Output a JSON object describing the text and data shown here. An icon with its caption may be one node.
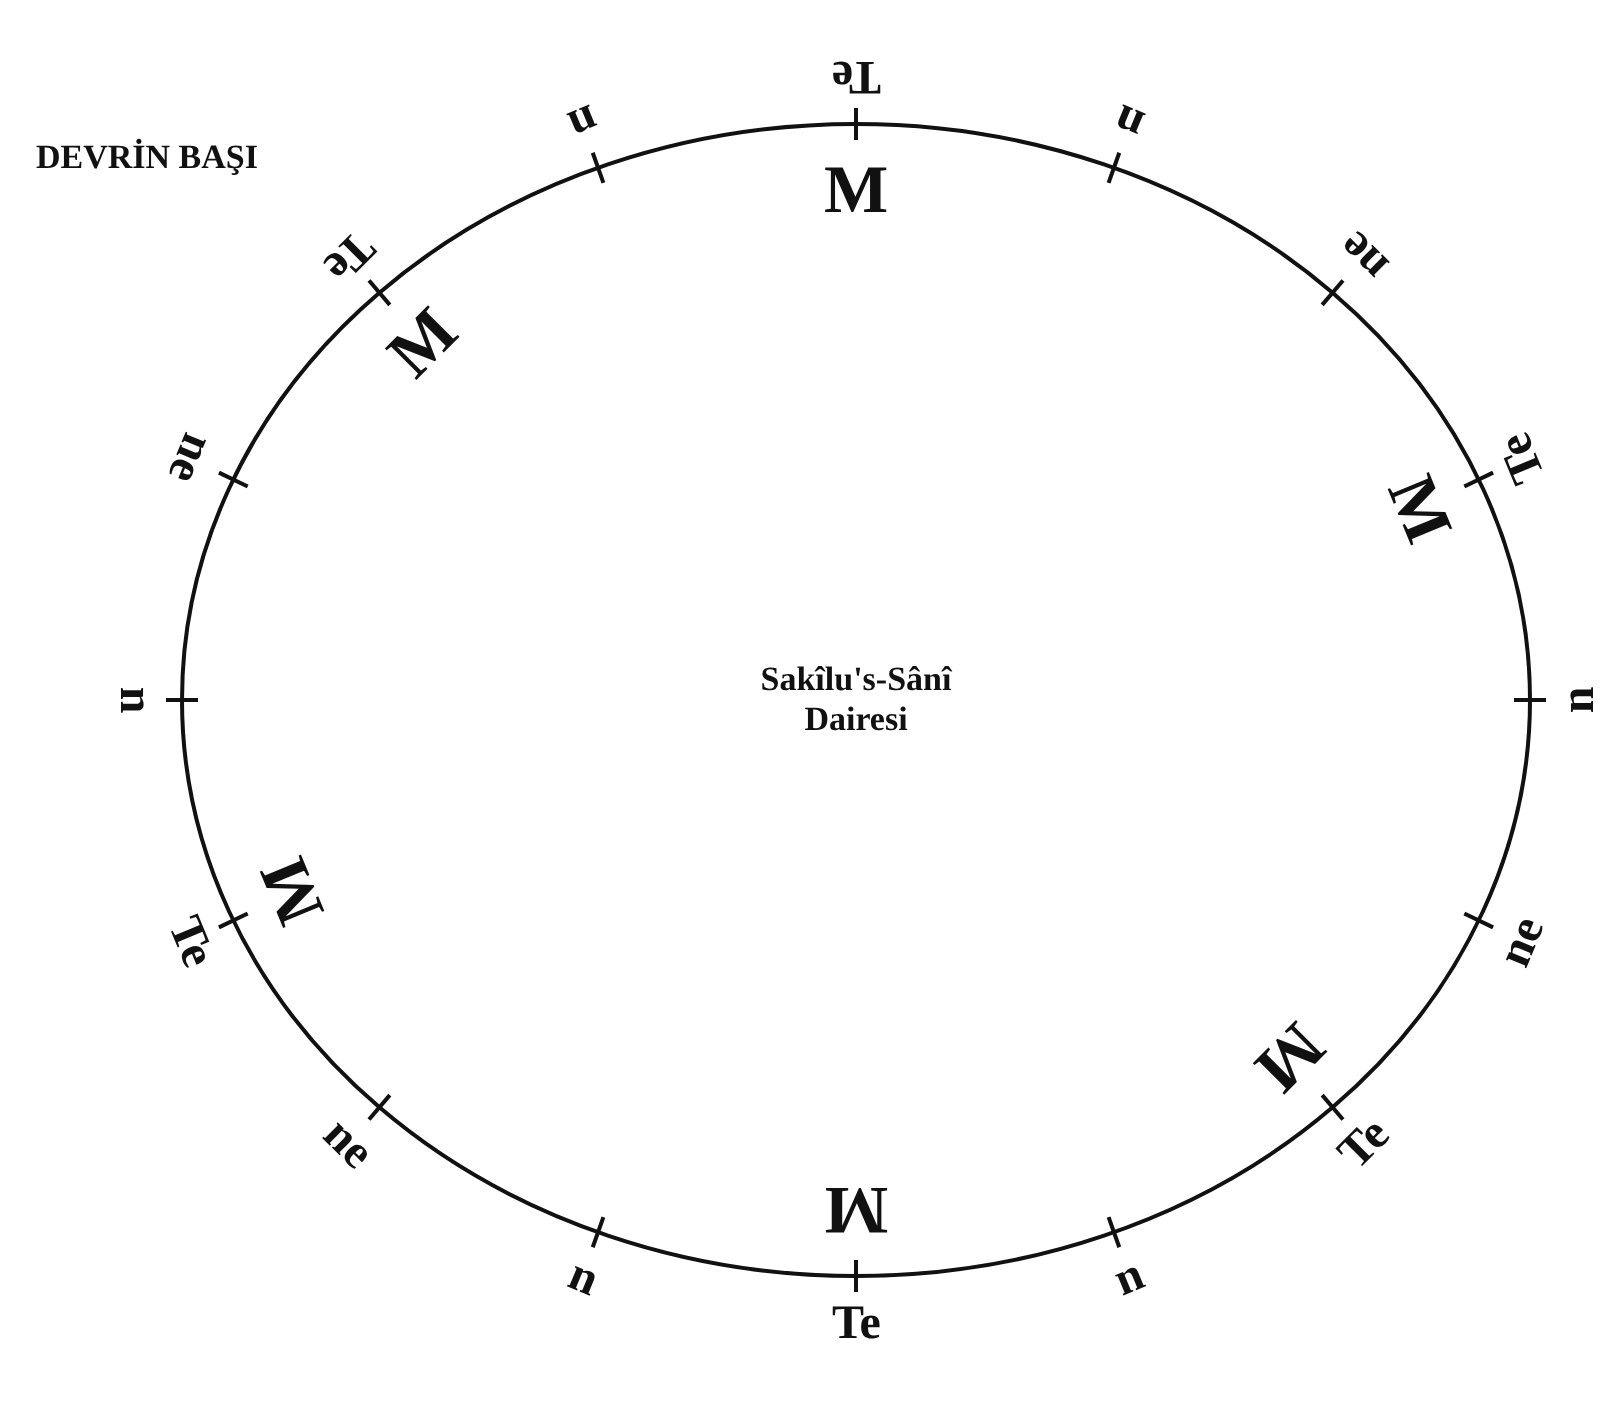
{
  "diagram": {
    "nodes": [
      {
        "text": [
          "Sakîlu's-Sânî Dairesi"
        ]
      }
    ],
    "labels": [
      "DEVRİN BAŞI",
      "Te",
      "n",
      "ne",
      "Te",
      "n",
      "ne",
      "Te",
      "n",
      "Te",
      "n",
      "ne",
      "Te",
      "n",
      "ne",
      "Te",
      "n",
      "M",
      "M",
      "M",
      "M",
      "M",
      "M"
    ]
  }
}
